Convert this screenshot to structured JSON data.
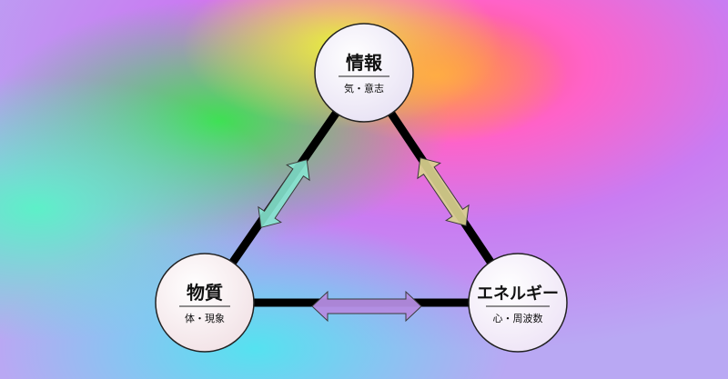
{
  "nodes": {
    "information": {
      "title": "情報",
      "subtitle": "気・意志"
    },
    "matter": {
      "title": "物質",
      "subtitle": "体・現象"
    },
    "energy": {
      "title": "エネルギー",
      "subtitle": "心・周波数"
    }
  },
  "colors": {
    "edge": "#000000",
    "arrow_left": "#7fe0c8",
    "arrow_right": "#d8cf8a",
    "arrow_bottom": "#b08ae0"
  }
}
